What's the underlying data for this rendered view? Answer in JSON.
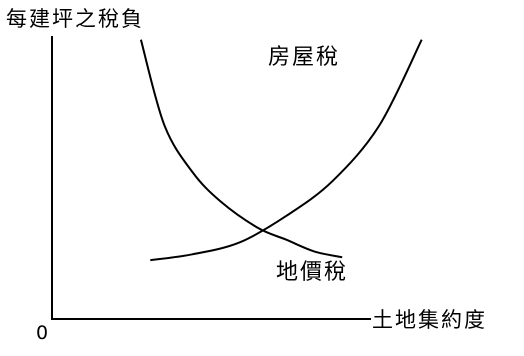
{
  "chart_data": {
    "type": "line",
    "ylabel": "每建坪之稅負",
    "xlabel": "土地集約度",
    "origin_label": "0",
    "grid": false,
    "axis_ticks": false,
    "series": [
      {
        "name": "房屋稅",
        "shape": "rising convex curve",
        "x": [
          0.21,
          0.3,
          0.4,
          0.5,
          0.6,
          0.7,
          0.79
        ],
        "y": [
          0.2,
          0.22,
          0.26,
          0.35,
          0.47,
          0.66,
          0.95
        ]
      },
      {
        "name": "地價稅",
        "shape": "falling convex curve",
        "x": [
          0.19,
          0.24,
          0.3,
          0.36,
          0.44,
          0.5,
          0.56,
          0.62
        ],
        "y": [
          0.95,
          0.66,
          0.5,
          0.4,
          0.31,
          0.27,
          0.23,
          0.21
        ]
      }
    ],
    "colors": {
      "line": "#000000",
      "background": "#ffffff"
    }
  }
}
